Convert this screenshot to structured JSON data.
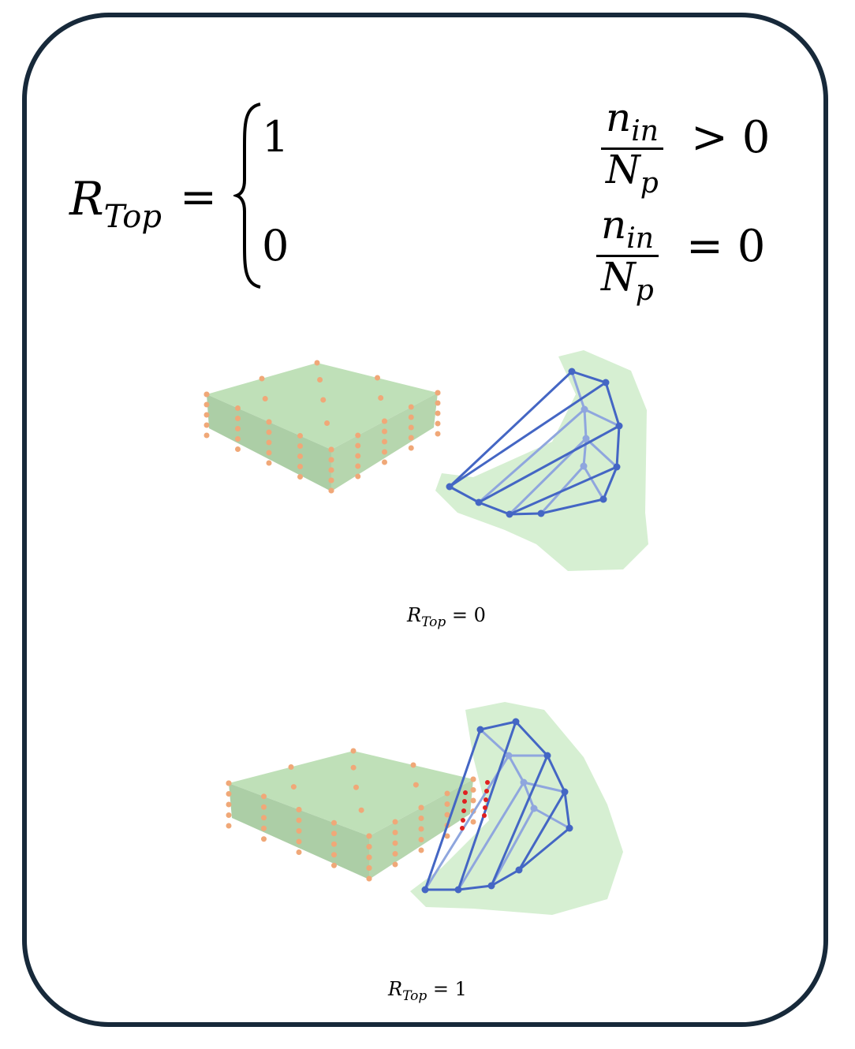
{
  "formula": {
    "lhs_symbol": "R",
    "lhs_subscript": "Top",
    "equals": "=",
    "cases": [
      {
        "value": "1",
        "numerator": "n",
        "numerator_sub": "in",
        "denominator": "N",
        "denominator_sub": "p",
        "relation": "> 0"
      },
      {
        "value": "0",
        "numerator": "n",
        "numerator_sub": "in",
        "denominator": "N",
        "denominator_sub": "p",
        "relation": "= 0"
      }
    ]
  },
  "examples": [
    {
      "caption_symbol": "R",
      "caption_subscript": "Top",
      "caption_rhs": "= 0"
    },
    {
      "caption_symbol": "R",
      "caption_subscript": "Top",
      "caption_rhs": "= 1"
    }
  ],
  "colors": {
    "frame": "#17293a",
    "box": "#b5d8b0",
    "points": "#f0a878",
    "wire": "#4466c4",
    "contact": "#e02020"
  }
}
